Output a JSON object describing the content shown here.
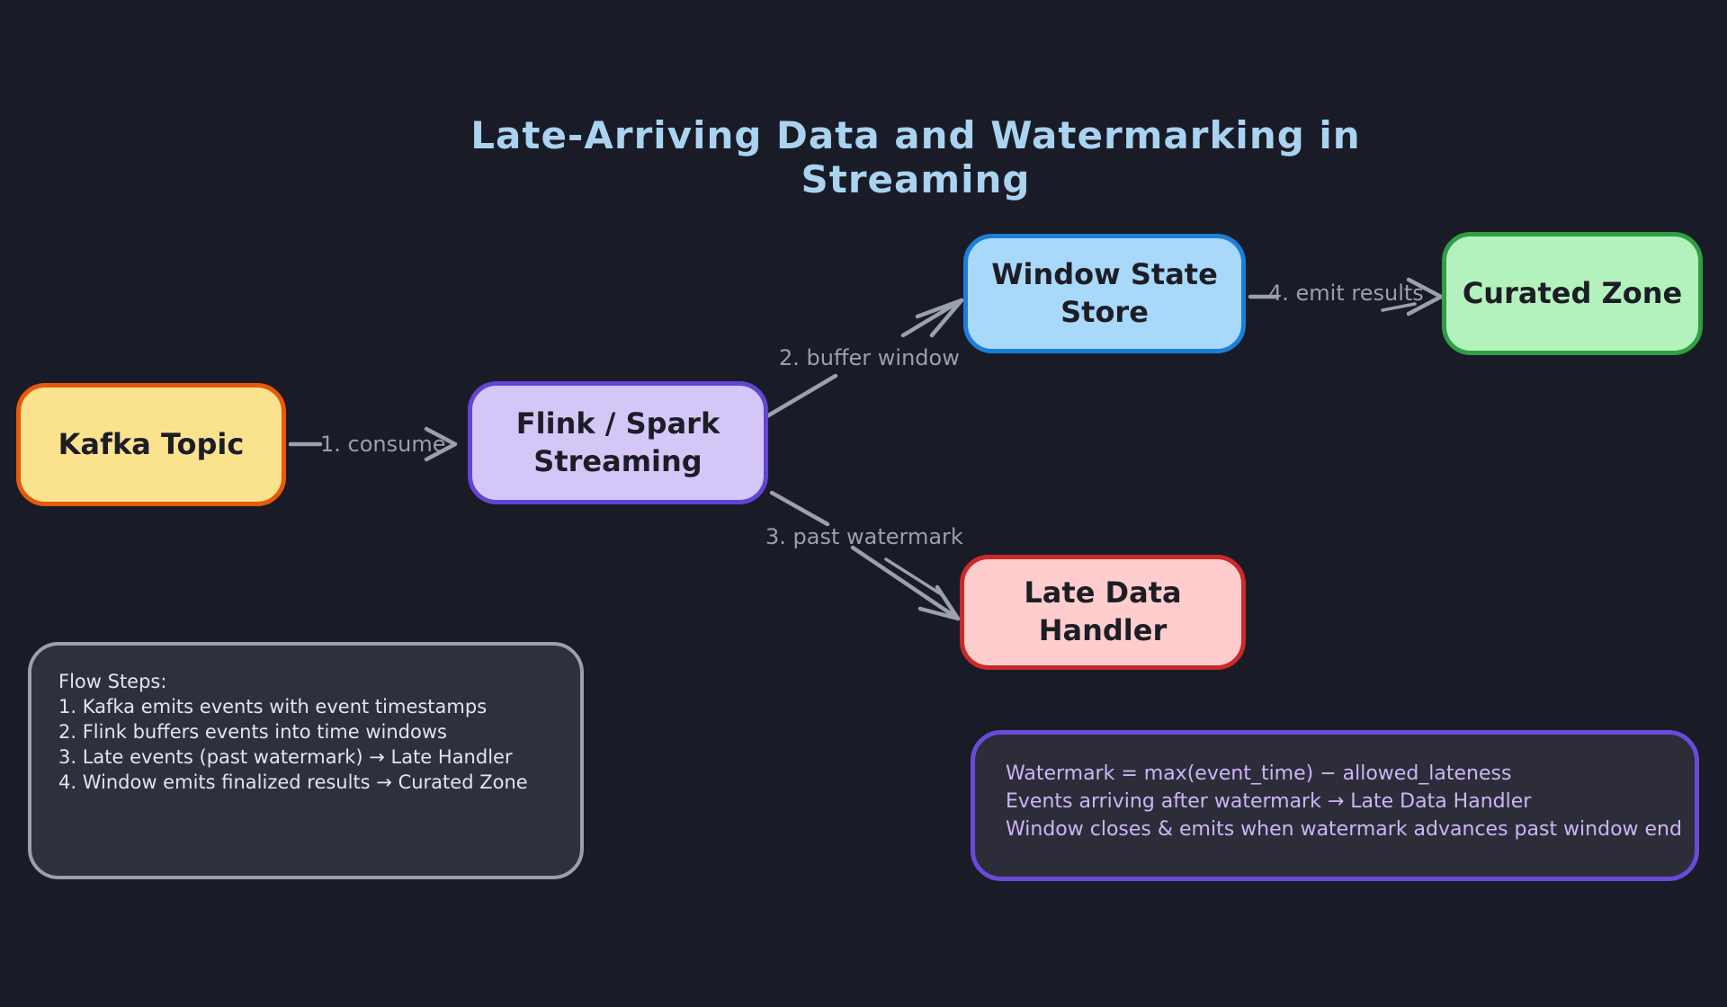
{
  "title": "Late-Arriving Data and Watermarking in Streaming",
  "colors": {
    "background": "#191B26",
    "title_text": "#A9D3F0",
    "arrow": "#99A1AB",
    "node_text": "#1D1D26"
  },
  "nodes": {
    "kafka": {
      "line1": "Kafka Topic",
      "line2": "",
      "fill": "#FBE38E",
      "border": "#E8590C",
      "text": "#1D1D26"
    },
    "flink": {
      "line1": "Flink / Spark",
      "line2": "Streaming",
      "fill": "#D5C6F8",
      "border": "#6344D5",
      "text": "#1D1D26"
    },
    "wss": {
      "line1": "Window State",
      "line2": "Store",
      "fill": "#A8D9FB",
      "border": "#1C7ED6",
      "text": "#1D1D26"
    },
    "curated": {
      "line1": "Curated Zone",
      "line2": "",
      "fill": "#B4F2BD",
      "border": "#2F9E44",
      "text": "#1D1D26"
    },
    "ldh": {
      "line1": "Late Data",
      "line2": "Handler",
      "fill": "#FFCDCD",
      "border": "#C92A2A",
      "text": "#1D1D26"
    }
  },
  "edges": {
    "consume": {
      "label": "1. consume"
    },
    "buffer": {
      "label": "2. buffer window"
    },
    "late": {
      "label": "3. past watermark"
    },
    "emit": {
      "label": "4. emit results"
    }
  },
  "flow_note": {
    "title": "Flow Steps:",
    "steps": [
      "1. Kafka emits events with event timestamps",
      "2. Flink buffers events into time windows",
      "3. Late events (past watermark) → Late Handler",
      "4. Window emits finalized results → Curated Zone"
    ],
    "fill": "#2E303D",
    "border": "#99A1AB",
    "text": "#E4E4EF"
  },
  "watermark_note": {
    "lines": [
      "Watermark = max(event_time) − allowed_lateness",
      "Events arriving after watermark → Late Data Handler",
      "Window closes & emits when watermark advances past window end"
    ],
    "fill": "#2D2D3A",
    "border": "#6A4AD9",
    "text": "#CDB5F6"
  }
}
